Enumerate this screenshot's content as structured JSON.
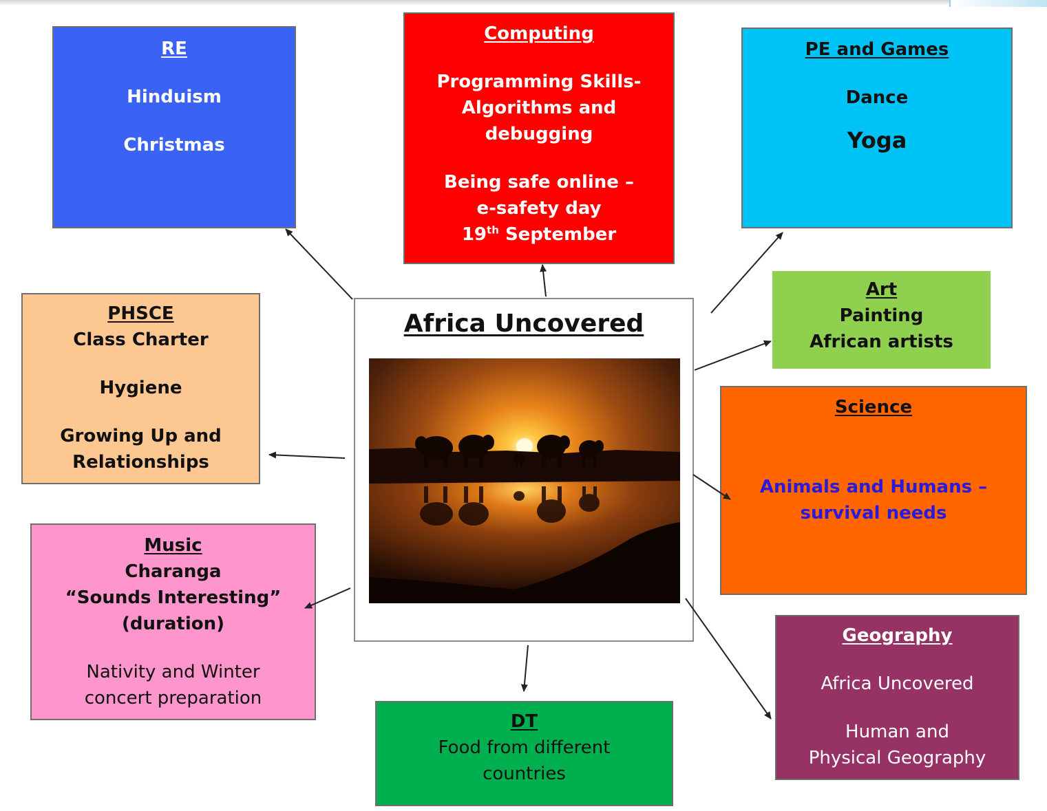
{
  "center": {
    "title": "Africa Uncovered"
  },
  "subjects": {
    "re": {
      "heading": "RE",
      "items": [
        "Hinduism",
        "Christmas"
      ]
    },
    "computing": {
      "heading": "Computing",
      "line1": "Programming Skills-",
      "line2": "Algorithms and",
      "line3": "debugging",
      "line4": "Being safe online –",
      "line5": "e-safety day",
      "date_day": "19",
      "date_suffix": "th",
      "date_month": "September"
    },
    "pe": {
      "heading": "PE and Games",
      "items": [
        "Dance",
        "Yoga"
      ]
    },
    "art": {
      "heading": "Art",
      "items": [
        "Painting",
        "African artists"
      ]
    },
    "phsce": {
      "heading": "PHSCE",
      "items": [
        "Class Charter",
        "Hygiene"
      ],
      "line3a": "Growing Up and",
      "line3b": "Relationships"
    },
    "science": {
      "heading": "Science",
      "line1": "Animals and Humans –",
      "line2": "survival needs"
    },
    "music": {
      "heading": "Music",
      "line1": "Charanga",
      "line2": "“Sounds Interesting”",
      "line3": "(duration)",
      "line4": "Nativity and Winter",
      "line5": "concert preparation"
    },
    "dt": {
      "heading": "DT",
      "line1": "Food from different",
      "line2": "countries"
    },
    "geography": {
      "heading": "Geography",
      "line1": "Africa Uncovered",
      "line2": "Human and",
      "line3": "Physical Geography"
    }
  },
  "colors": {
    "re": "#3a63f6",
    "computing": "#fe0000",
    "pe": "#00c3f5",
    "art": "#8fd14f",
    "phsce": "#fcc790",
    "science": "#ff6600",
    "science_text": "#2a1bd8",
    "music": "#fe95cc",
    "dt": "#00b04f",
    "geography": "#963264"
  },
  "icons": {
    "photo": "elephants-sunset-photo",
    "connector": "arrow-icon"
  }
}
